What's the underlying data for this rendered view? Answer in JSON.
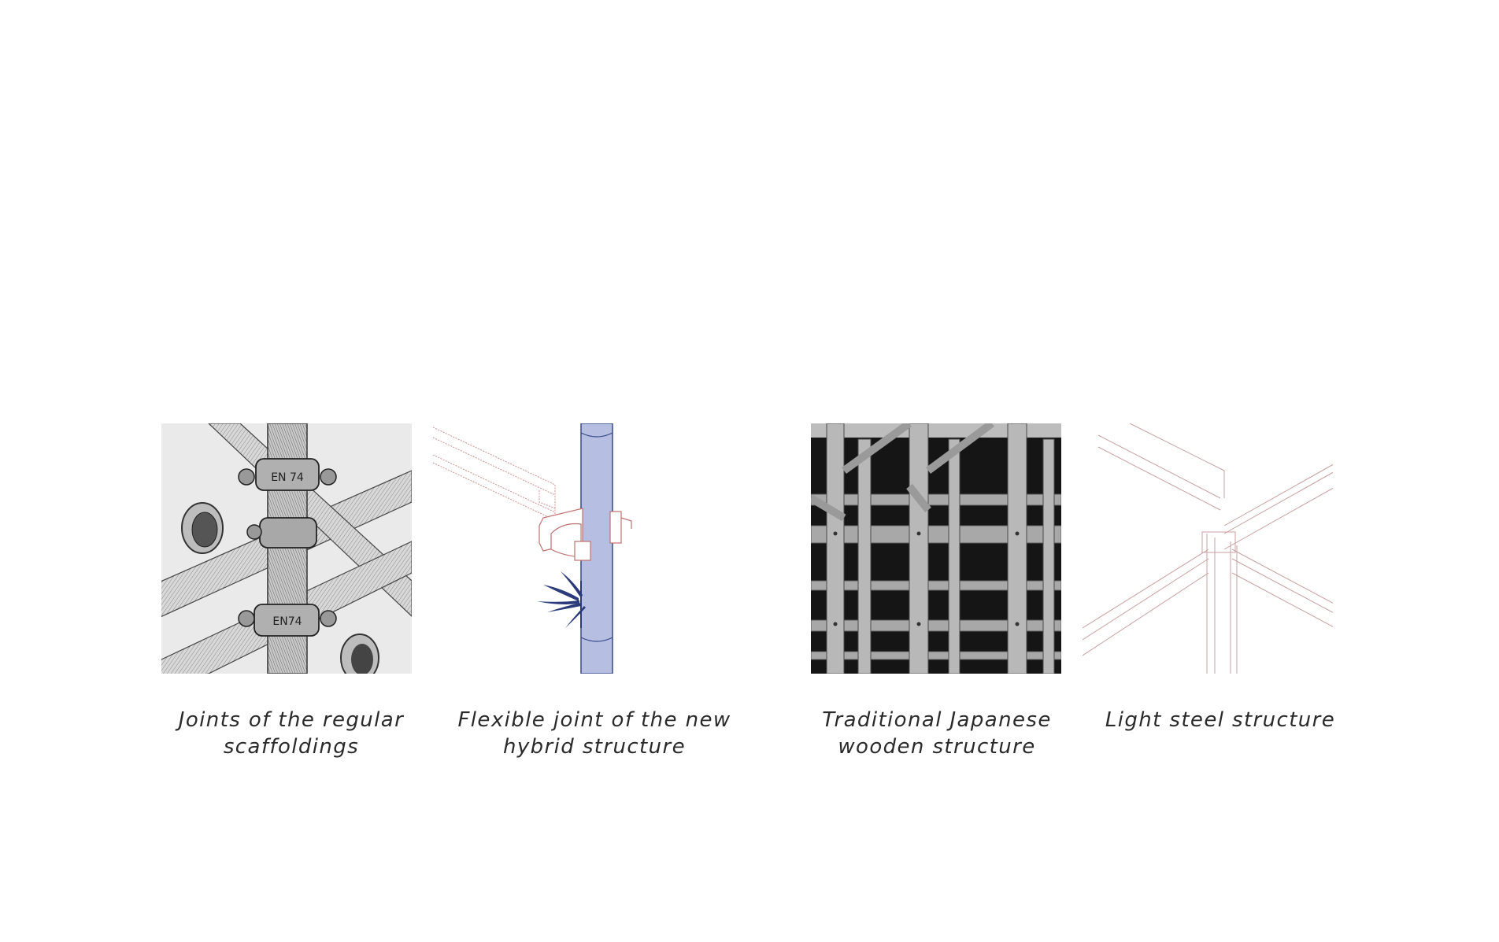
{
  "panels": [
    {
      "id": "scaffolding-joints",
      "image": "pencil drawing of scaffold tube clamps",
      "stamp_text": [
        "EN 74",
        "EN74"
      ],
      "caption_lines": [
        "Joints of the regular",
        "scaffoldings"
      ]
    },
    {
      "id": "hybrid-joint",
      "image": "line drawing of bamboo pole with clamp",
      "caption_lines": [
        "Flexible joint of the new",
        "hybrid structure"
      ]
    },
    {
      "id": "japanese-wooden",
      "image": "black and white photo of timber lattice",
      "caption_lines": [
        "Traditional Japanese",
        "wooden structure"
      ]
    },
    {
      "id": "light-steel",
      "image": "line drawing of steel beam joint",
      "caption_lines": [
        "Light steel structure"
      ]
    }
  ],
  "colors": {
    "caption_text": "#2a2a2a",
    "bamboo_fill": "#b6bfe2",
    "bamboo_stroke": "#3a4a8a",
    "red_line": "#c07070",
    "dark_photo": "#151515",
    "timber": "#a8a8a8"
  }
}
